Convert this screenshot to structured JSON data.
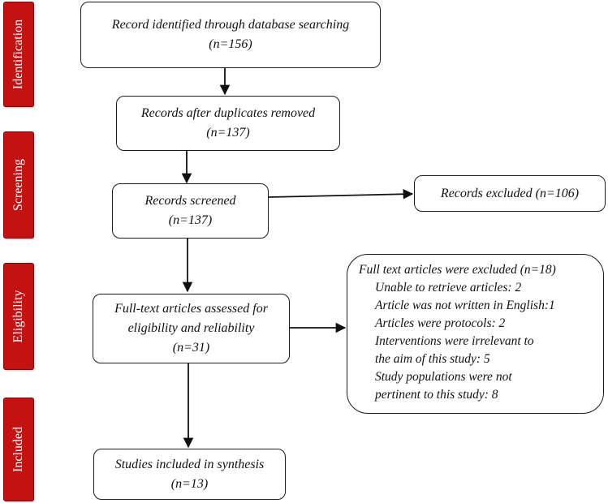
{
  "stages": {
    "identification": "Identification",
    "screening": "Screening",
    "eligibility": "Eligibility",
    "included": "Included"
  },
  "boxes": {
    "identified": {
      "line1": "Record identified through database searching",
      "line2": "(n=156)"
    },
    "duplicates_removed": {
      "line1": "Records after duplicates removed",
      "line2": "(n=137)"
    },
    "screened": {
      "line1": "Records screened",
      "line2": "(n=137)"
    },
    "excluded": {
      "line1": "Records excluded (n=106)"
    },
    "full_text_assessed": {
      "line1": "Full-text articles assessed for",
      "line2": "eligibility and reliability",
      "line3": "(n=31)"
    },
    "full_text_excluded": {
      "title": "Full text articles were excluded (n=18)",
      "reasons": [
        "Unable to retrieve articles: 2",
        "Article was not written in English:1",
        "Articles were protocols: 2",
        "Interventions were irrelevant to",
        "the aim of this study: 5",
        "Study populations were not",
        "pertinent to this study: 8"
      ]
    },
    "included_synthesis": {
      "line1": "Studies included in synthesis",
      "line2": "(n=13)"
    }
  }
}
